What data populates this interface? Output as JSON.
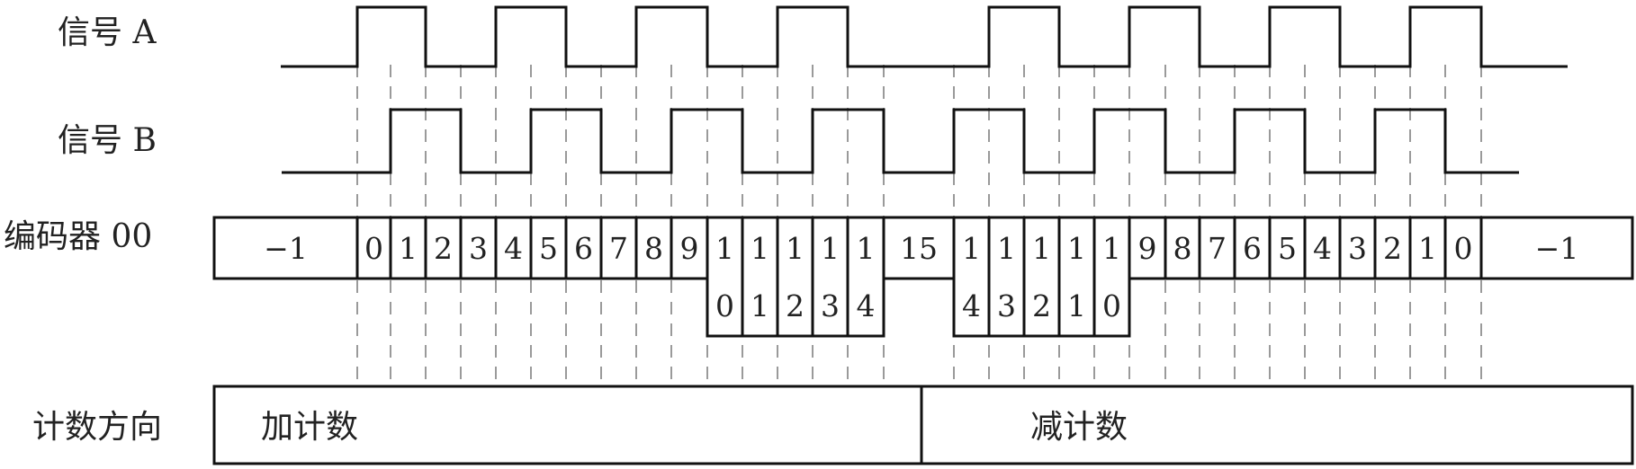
{
  "labels": {
    "signal_a": "信号 A",
    "signal_b": "信号 B",
    "encoder": "编码器 00",
    "direction": "计数方向"
  },
  "encoder_cells": [
    {
      "text": "−1"
    },
    {
      "text": "0"
    },
    {
      "text": "1"
    },
    {
      "text": "2"
    },
    {
      "text": "3"
    },
    {
      "text": "4"
    },
    {
      "text": "5"
    },
    {
      "text": "6"
    },
    {
      "text": "7"
    },
    {
      "text": "8"
    },
    {
      "text": "9"
    },
    {
      "text": "1",
      "sub": "0"
    },
    {
      "text": "1",
      "sub": "1"
    },
    {
      "text": "1",
      "sub": "2"
    },
    {
      "text": "1",
      "sub": "3"
    },
    {
      "text": "1",
      "sub": "4"
    },
    {
      "text": "15"
    },
    {
      "text": "1",
      "sub": "4"
    },
    {
      "text": "1",
      "sub": "3"
    },
    {
      "text": "1",
      "sub": "2"
    },
    {
      "text": "1",
      "sub": "1"
    },
    {
      "text": "1",
      "sub": "0"
    },
    {
      "text": "9"
    },
    {
      "text": "8"
    },
    {
      "text": "7"
    },
    {
      "text": "6"
    },
    {
      "text": "5"
    },
    {
      "text": "4"
    },
    {
      "text": "3"
    },
    {
      "text": "2"
    },
    {
      "text": "1"
    },
    {
      "text": "0"
    },
    {
      "text": "−1"
    }
  ],
  "direction": {
    "up": "加计数",
    "down": "减计数"
  }
}
